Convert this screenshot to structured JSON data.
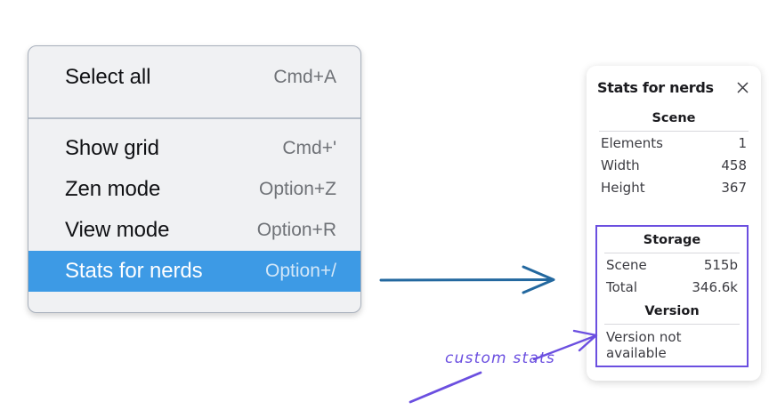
{
  "context_menu": {
    "name": "canvas-context-menu",
    "groups": [
      {
        "items": [
          {
            "label": "Select all",
            "shortcut": "Cmd+A",
            "highlighted": false
          }
        ]
      },
      {
        "items": [
          {
            "label": "Show grid",
            "shortcut": "Cmd+'",
            "highlighted": false
          },
          {
            "label": "Zen mode",
            "shortcut": "Option+Z",
            "highlighted": false
          },
          {
            "label": "View mode",
            "shortcut": "Option+R",
            "highlighted": false
          },
          {
            "label": "Stats for nerds",
            "shortcut": "Option+/",
            "highlighted": true
          }
        ]
      }
    ]
  },
  "stats_panel": {
    "title": "Stats for nerds",
    "close_icon": "close-icon",
    "sections": [
      {
        "heading": "Scene",
        "rows": [
          {
            "label": "Elements",
            "value": "1"
          },
          {
            "label": "Width",
            "value": "458"
          },
          {
            "label": "Height",
            "value": "367"
          }
        ]
      },
      {
        "heading": "Storage",
        "rows": [
          {
            "label": "Scene",
            "value": "515b"
          },
          {
            "label": "Total",
            "value": "346.6k"
          }
        ]
      },
      {
        "heading": "Version",
        "single": "Version not available"
      }
    ]
  },
  "annotations": {
    "custom_stats_label": "custom stats",
    "blue_arrow": "blue-arrow-right",
    "purple_arrow": "purple-arrow-to-version",
    "purple_underline": "purple-underline-stroke"
  },
  "colors": {
    "menu_background": "#f0f1f3",
    "menu_border": "#a8b0bc",
    "menu_separator": "#b6bec9",
    "highlight_blue": "#3d9ae5",
    "highlight_text": "#ffffff",
    "highlight_shortcut": "#d3e7f8",
    "menu_label": "#101114",
    "menu_shortcut": "#6f7277",
    "panel_background": "#ffffff",
    "panel_rule": "#d8d8dd",
    "panel_text": "#3c3c42",
    "panel_heading": "#1b1b1f",
    "annotation_purple": "#6b4fe0",
    "annotation_blue": "#23689f"
  }
}
